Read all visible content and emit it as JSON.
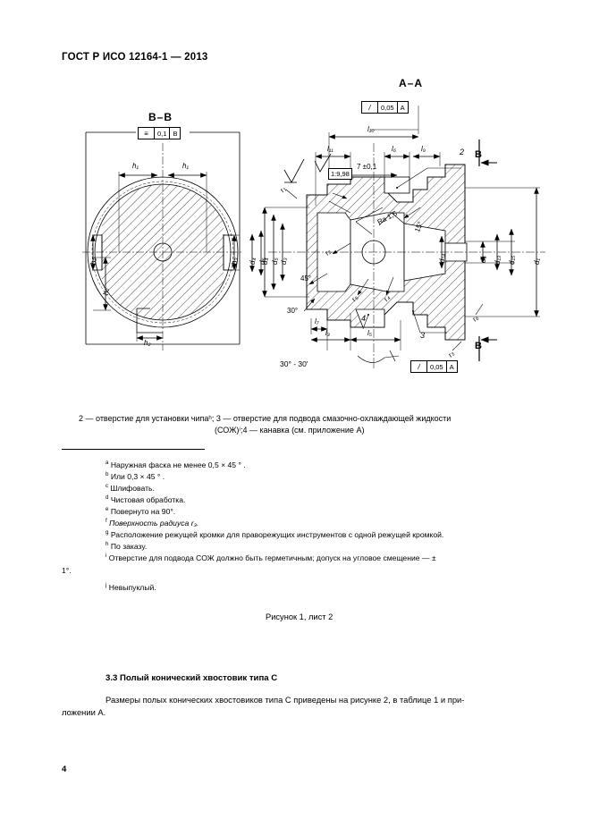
{
  "header": {
    "standard": "ГОСТ Р ИСО 12164-1 — 2013"
  },
  "drawings": {
    "view_bb": {
      "title": "B–B",
      "fcf": {
        "symbol": "≡",
        "tolerance": "0,1",
        "datum": "B"
      },
      "dims": [
        "h₁",
        "h₁",
        "h₂",
        "h₂",
        "b₂",
        "b₃",
        "d₄",
        "d₅"
      ]
    },
    "view_aa": {
      "title": "A–A",
      "fcf_top": {
        "symbol": "/",
        "tolerance": "0,05",
        "datum": "A"
      },
      "fcf_bottom": {
        "symbol": "/",
        "tolerance": "0,05",
        "datum": "A"
      },
      "taper_box": "1:9,98",
      "dim_tol": "7 ±0,1",
      "roughness": "Ra 1,6",
      "angles": [
        "15°",
        "45°",
        "30°",
        "30° - 30'"
      ],
      "length_dims": [
        "l₁₀",
        "l₁₁",
        "l₆",
        "l₉",
        "l₇",
        "l₃",
        "l₅"
      ],
      "diam_dims": [
        "d₄",
        "d₅",
        "d₃",
        "d₁₄",
        "d₆",
        "d₁₃",
        "d₁₅",
        "d₁"
      ],
      "radii": [
        "r₁",
        "r₂",
        "r₅",
        "r₄",
        "r₃",
        "r₆"
      ],
      "callouts": [
        "2",
        "3",
        "4"
      ],
      "section_marks": [
        "B",
        "B"
      ]
    }
  },
  "caption": {
    "line1": "2 — отверстие для установки чипаʰ; 3 — отверстие для подвода смазочно-охлаждающей жидкости",
    "line2": "(СОЖ)ⁱ;4 — канавка (см. приложение А)"
  },
  "footnotes": [
    {
      "marker": "a",
      "text": "Наружная фаска не менее 0,5 × 45 ° ."
    },
    {
      "marker": "b",
      "text": "Или 0,3 × 45 ° ."
    },
    {
      "marker": "c",
      "text": "Шлифовать."
    },
    {
      "marker": "d",
      "text": "Чистовая обработка."
    },
    {
      "marker": "e",
      "text": "Повернуто на 90°."
    },
    {
      "marker": "f",
      "text": "Поверхность радиуса r₃."
    },
    {
      "marker": "g",
      "text": "Расположение режущей кромки для праворежущих инструментов с одной режущей кромкой."
    },
    {
      "marker": "h",
      "text": "По заказу."
    },
    {
      "marker": "i",
      "text": "Отверстие   для   подвода   СОЖ должно быть герметичным; допуск на угловое смещение — ±"
    },
    {
      "marker": "",
      "text": "1°."
    },
    {
      "marker": "j",
      "text": "Невыпуклый."
    }
  ],
  "figure_caption": "Рисунок 1, лист 2",
  "section": {
    "heading": "3.3  Полый конический хвостовик типа С",
    "body_line1": "Размеры полых конических хвостовиков типа С приведены  на рисунке 2, в таблице 1 и при-",
    "body_line2": "ложении А."
  },
  "page_number": "4"
}
